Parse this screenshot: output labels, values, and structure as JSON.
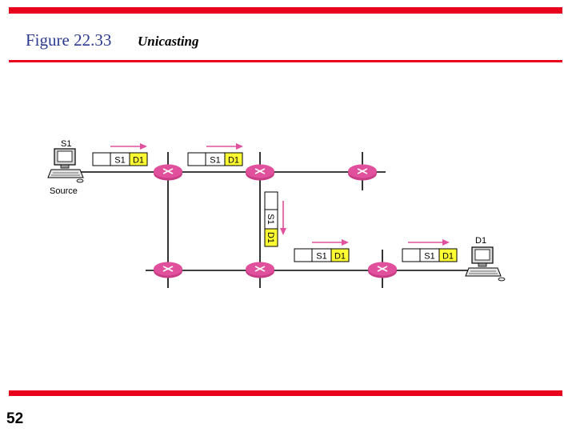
{
  "header": {
    "figure_label": "Figure 22.33",
    "figure_title": "Unicasting"
  },
  "footer": {
    "slide_number": "52"
  },
  "diagram": {
    "source": {
      "name": "S1",
      "caption": "Source"
    },
    "destination": {
      "name": "D1"
    },
    "packet": {
      "src": "S1",
      "dst": "D1"
    },
    "colors": {
      "rule": "#e8001c",
      "title": "#2b3a8f",
      "router": "#e0509c",
      "arrow": "#e0509c",
      "dst_cell": "#ffff33",
      "link": "#000000"
    }
  }
}
